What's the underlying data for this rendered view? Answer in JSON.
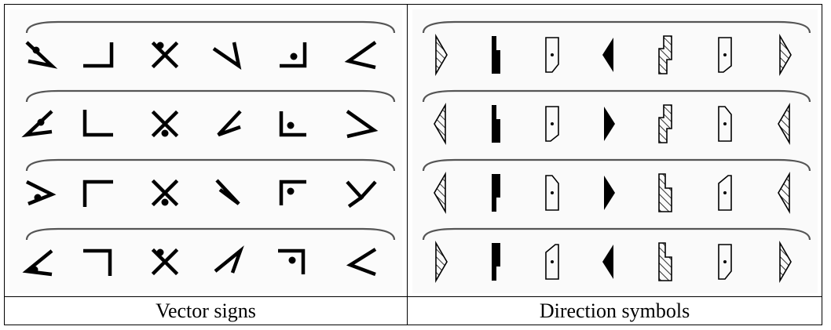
{
  "captions": {
    "left": "Vector signs",
    "right": "Direction symbols"
  },
  "colors": {
    "ink": "#000000",
    "bracket": "#555555",
    "background": "#ffffff"
  },
  "vector_signs": {
    "rows": [
      [
        "arrow-dot-sign",
        "corner-bottom-left-open-sign",
        "cross-dot-top-sign",
        "check-sign",
        "corner-dot-sign",
        "angle-left-sign"
      ],
      [
        "arrow-dot-sign",
        "corner-l-sign",
        "cross-dot-bottom-sign",
        "check-sign",
        "corner-dot-sign",
        "angle-right-sign"
      ],
      [
        "arrow-dot-sign",
        "corner-top-left-sign",
        "cross-dot-bottom-sign",
        "check-sign",
        "corner-dot-sign",
        "angle-y-sign"
      ],
      [
        "arrow-dot-sign",
        "corner-top-right-sign",
        "cross-dot-top-sign",
        "check-sign",
        "corner-dot-sign",
        "angle-v-sign"
      ]
    ]
  },
  "direction_symbols": {
    "rows": [
      [
        "hatched-triangle-right",
        "solid-step-block",
        "outline-dot-block",
        "solid-triangle-left",
        "hatched-step-block",
        "outline-dot-block",
        "hatched-triangle-right"
      ],
      [
        "hatched-triangle-left",
        "solid-step-block",
        "outline-dot-block",
        "solid-triangle-right",
        "hatched-step-block",
        "outline-dot-block",
        "hatched-triangle-left"
      ],
      [
        "hatched-triangle-left",
        "solid-step-block",
        "outline-dot-block",
        "solid-triangle-right",
        "hatched-step-block",
        "outline-dot-block",
        "hatched-triangle-left"
      ],
      [
        "hatched-triangle-right",
        "solid-step-block",
        "outline-dot-block",
        "solid-triangle-left",
        "hatched-step-block",
        "outline-dot-block",
        "hatched-triangle-right"
      ]
    ]
  }
}
